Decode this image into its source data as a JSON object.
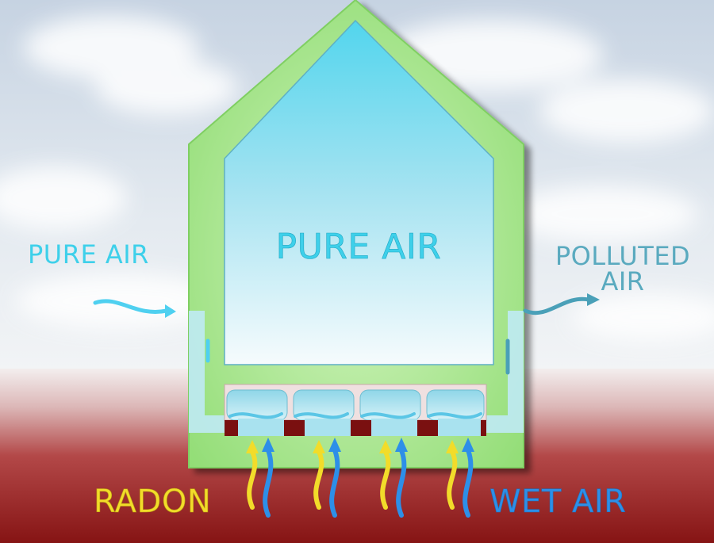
{
  "labels": {
    "pure_air_outside": "PURE AIR",
    "pure_air_inside": "PURE AIR",
    "polluted_air_line1": "POLLUTED",
    "polluted_air_line2": "AIR",
    "radon": "RADON",
    "wet_air": "WET AIR"
  },
  "colors": {
    "sky_top": "#c9d6e4",
    "sky_bottom": "#eef2f5",
    "ground_top": "#f1ecec",
    "ground_bottom": "#8e1a1a",
    "wall_green": "#9be07f",
    "wall_green_light": "#c8f0b2",
    "room_top": "#56d7ee",
    "room_bottom": "#f4fbfd",
    "pure_air_text": "#3ed0ea",
    "polluted_air_text": "#5aaabf",
    "radon": "#f2dc2a",
    "wet_air": "#2d8fe8",
    "airflow_in": "#4fd0f0",
    "airflow_out": "#4aa0b8"
  },
  "icons": [
    "airflow-arrow-icon",
    "radon-arrow-icon",
    "wet-air-arrow-icon"
  ]
}
